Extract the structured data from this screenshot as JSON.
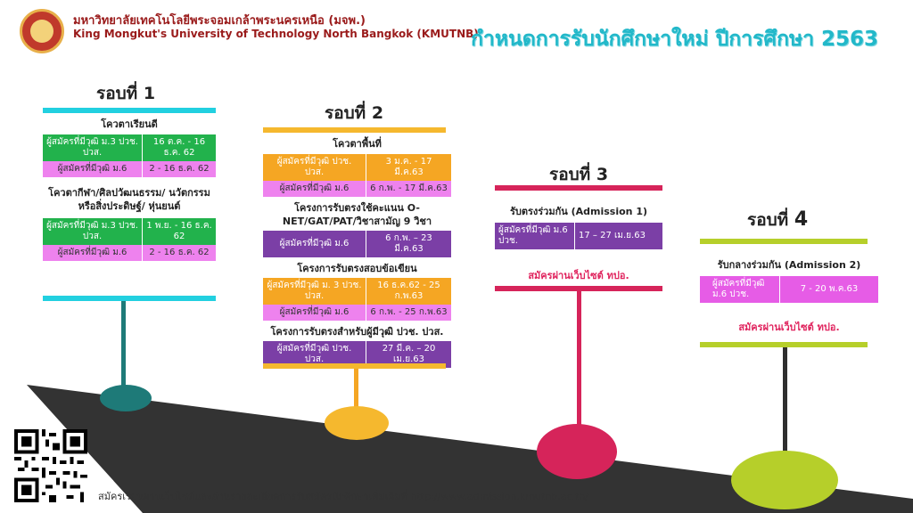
{
  "header": {
    "uni_th": "มหาวิทยาลัยเทคโนโลยีพระจอมเกล้าพระนครเหนือ (มจพ.)",
    "uni_en": "King Mongkut's University of Technology North Bangkok (KMUTNB)",
    "title": "กำหนดการรับนักศึกษาใหม่ ปีการศึกษา 2563"
  },
  "rounds": [
    {
      "label": "รอบที่",
      "num": "1",
      "sections": [
        {
          "title": "โควตาเรียนดี",
          "rows": [
            {
              "who": "ผู้สมัครที่มีวุฒิ ม.3 ปวช. ปวส.",
              "date": "16 ต.ค. - 16 ธ.ค. 62"
            },
            {
              "who": "ผู้สมัครที่มีวุฒิ ม.6",
              "date": "2 - 16 ธ.ค. 62"
            }
          ]
        },
        {
          "title": "โควตากีฬา/ศิลปวัฒนธรรม/ นวัตกรรมหรือสิ่งประดิษฐ์/ หุ่นยนต์",
          "rows": [
            {
              "who": "ผู้สมัครที่มีวุฒิ ม.3 ปวช. ปวส.",
              "date": "1 พ.ย. - 16 ธ.ค. 62"
            },
            {
              "who": "ผู้สมัครที่มีวุฒิ ม.6",
              "date": "2 - 16 ธ.ค. 62"
            }
          ]
        }
      ]
    },
    {
      "label": "รอบที่",
      "num": "2",
      "sections": [
        {
          "title": "โควตาพื้นที่",
          "rows": [
            {
              "who": "ผู้สมัครที่มีวุฒิ ปวช. ปวส.",
              "date": "3 ม.ค. - 17 มี.ค.63"
            },
            {
              "who": "ผู้สมัครที่มีวุฒิ ม.6",
              "date": "6 ก.พ. - 17 มี.ค.63"
            }
          ]
        },
        {
          "title": "โครงการรับตรงใช้คะแนน O-NET/GAT/PAT/วิชาสามัญ 9 วิชา",
          "rows": [
            {
              "who": "ผู้สมัครที่มีวุฒิ ม.6",
              "date": "6 ก.พ. – 23 มี.ค.63"
            }
          ]
        },
        {
          "title": "โครงการรับตรงสอบข้อเขียน",
          "rows": [
            {
              "who": "ผู้สมัครที่มีวุฒิ ม. 3 ปวช. ปวส.",
              "date": "16 ธ.ค.62 - 25 ก.พ.63"
            },
            {
              "who": "ผู้สมัครที่มีวุฒิ ม.6",
              "date": "6 ก.พ. - 25 ก.พ.63"
            }
          ]
        },
        {
          "title": "โครงการรับตรงสำหรับผู้มีวุฒิ ปวช. ปวส.",
          "rows": [
            {
              "who": "ผู้สมัครที่มีวุฒิ ปวช. ปวส.",
              "date": "27 มี.ค. – 20 เม.ย.63"
            }
          ]
        }
      ]
    },
    {
      "label": "รอบที่",
      "num": "3",
      "sections": [
        {
          "title": "รับตรงร่วมกัน (Admission 1)",
          "rows": [
            {
              "who": "ผู้สมัครที่มีวุฒิ ม.6 ปวช.",
              "date": "17 – 27 เม.ย.63"
            }
          ]
        }
      ],
      "register": "สมัครผ่านเว็บไซต์ ทปอ."
    },
    {
      "label": "รอบที่",
      "num": "4",
      "sections": [
        {
          "title": "รับกลางร่วมกัน (Admission 2)",
          "rows": [
            {
              "who": "ผู้สมัครที่มีวุฒิ ม.6 ปวช.",
              "date": "7 - 20 พ.ค.63"
            }
          ]
        }
      ],
      "register": "สมัครผ่านเว็บไซต์ ทปอ."
    }
  ],
  "footer": "สมัครเรียนผ่านเว็บไซต์และอ่านรายละเอียดการรับสมัครนักศึกษาเพิ่มเติมที่ http://www.admission.kmutnb.ac.th/",
  "colors": {
    "round1": "#22d0e0",
    "round2": "#f5b82e",
    "round3": "#d6245a",
    "round4": "#b6cf2a",
    "road": "#2f2f2f"
  }
}
